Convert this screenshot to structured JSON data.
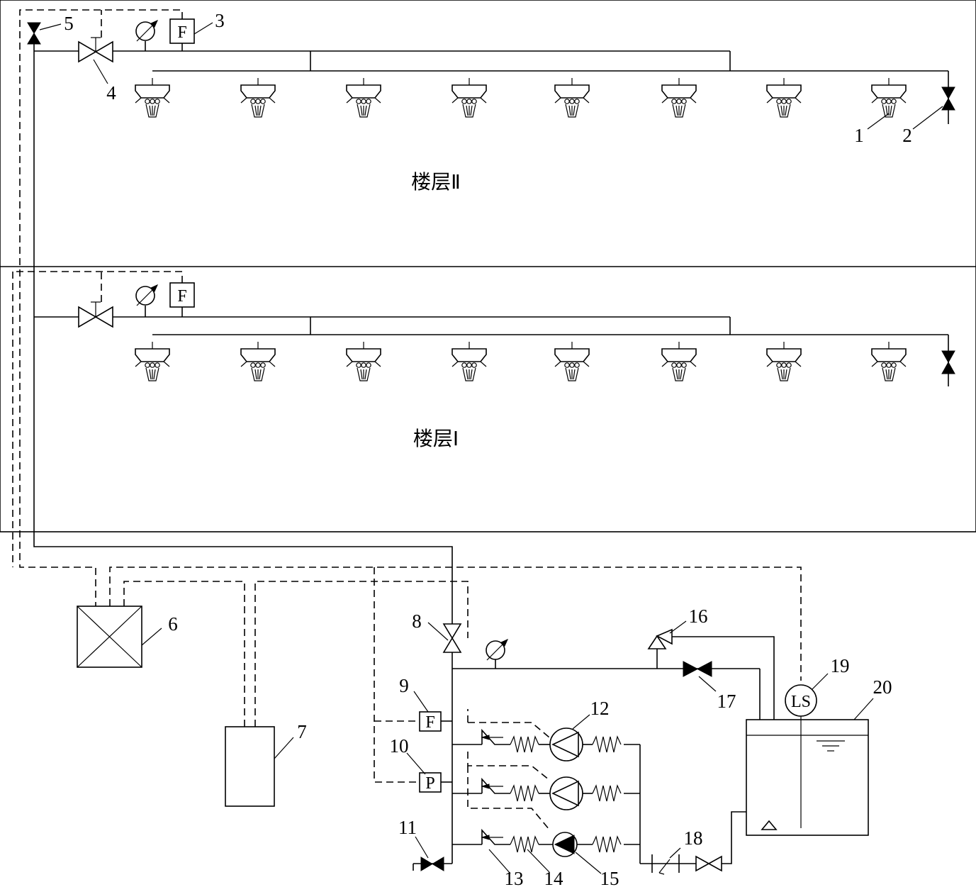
{
  "floors": {
    "upper_label": "楼层Ⅱ",
    "lower_label": "楼层Ⅰ"
  },
  "instrument_letters": {
    "flow": "F",
    "pressure": "P",
    "level": "LS"
  },
  "callouts": {
    "c1": "1",
    "c2": "2",
    "c3": "3",
    "c4": "4",
    "c5": "5",
    "c6": "6",
    "c7": "7",
    "c8": "8",
    "c9": "9",
    "c10": "10",
    "c11": "11",
    "c12": "12",
    "c13": "13",
    "c14": "14",
    "c15": "15",
    "c16": "16",
    "c17": "17",
    "c18": "18",
    "c19": "19",
    "c20": "20"
  }
}
